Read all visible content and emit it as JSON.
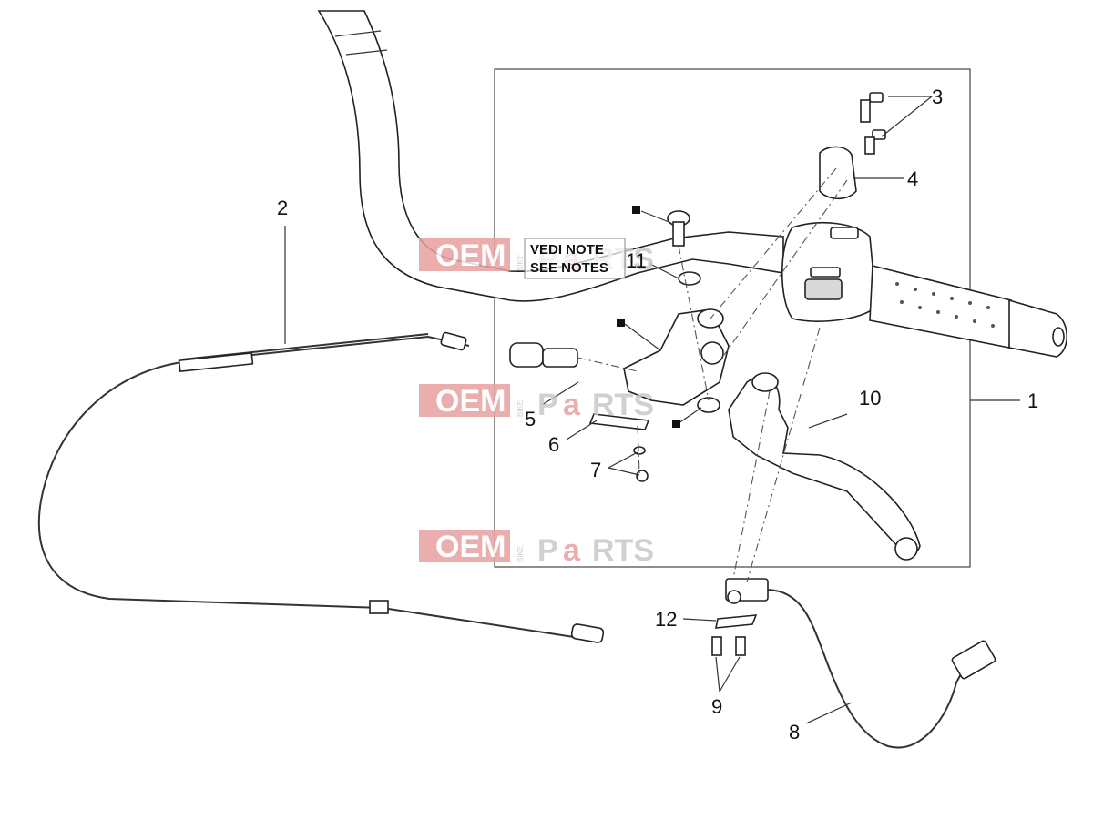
{
  "note_box": {
    "line1": "VEDI NOTE",
    "line2": "SEE NOTES"
  },
  "callouts": {
    "c1": "1",
    "c2": "2",
    "c3": "3",
    "c4": "4",
    "c5": "5",
    "c6": "6",
    "c7": "7",
    "c8": "8",
    "c9": "9",
    "c10": "10",
    "c11": "11",
    "c12": "12"
  },
  "watermark": {
    "brand_a": "OEM",
    "brand_b": "P",
    "brand_c": "a",
    "brand_d": "RTS",
    "vertical": "BIKE",
    "colors": {
      "red": "#e8a0a0",
      "gray": "#c8c8c8"
    }
  }
}
